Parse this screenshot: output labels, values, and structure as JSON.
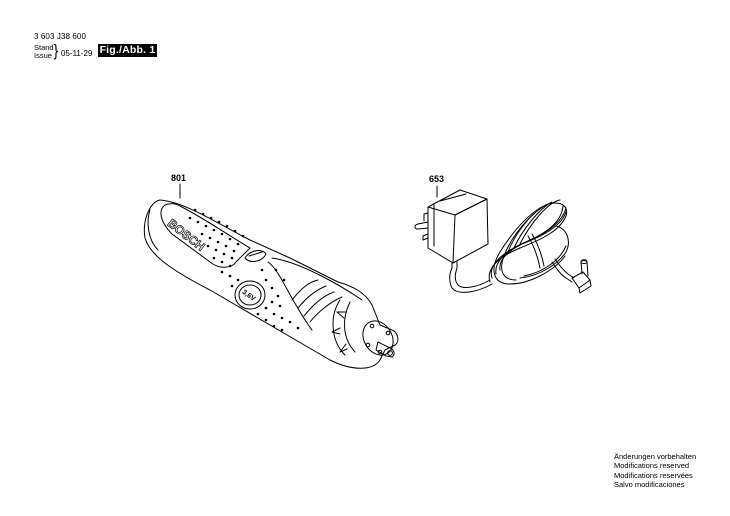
{
  "header": {
    "part_number": "3 603 J38 600",
    "stand_label": "Stand",
    "issue_label": "Issue",
    "brace": "}",
    "date": "05-11-29",
    "figure_label": "Fig./Abb. 1"
  },
  "parts": [
    {
      "number": "801",
      "description": "cordless screwdriver (BOSCH, 3.6 V)",
      "brand_text": "BOSCH",
      "voltage_text": "3,6V"
    },
    {
      "number": "653",
      "description": "plug-in charger with cable"
    }
  ],
  "footer": {
    "notes": [
      "Änderungen vorbehalten",
      "Modifications reserved",
      "Modifications reservées",
      "Salvo modificaciones"
    ]
  },
  "colors": {
    "line": "#000000",
    "background": "#ffffff",
    "figure_box_bg": "#000000",
    "figure_box_text": "#ffffff"
  }
}
